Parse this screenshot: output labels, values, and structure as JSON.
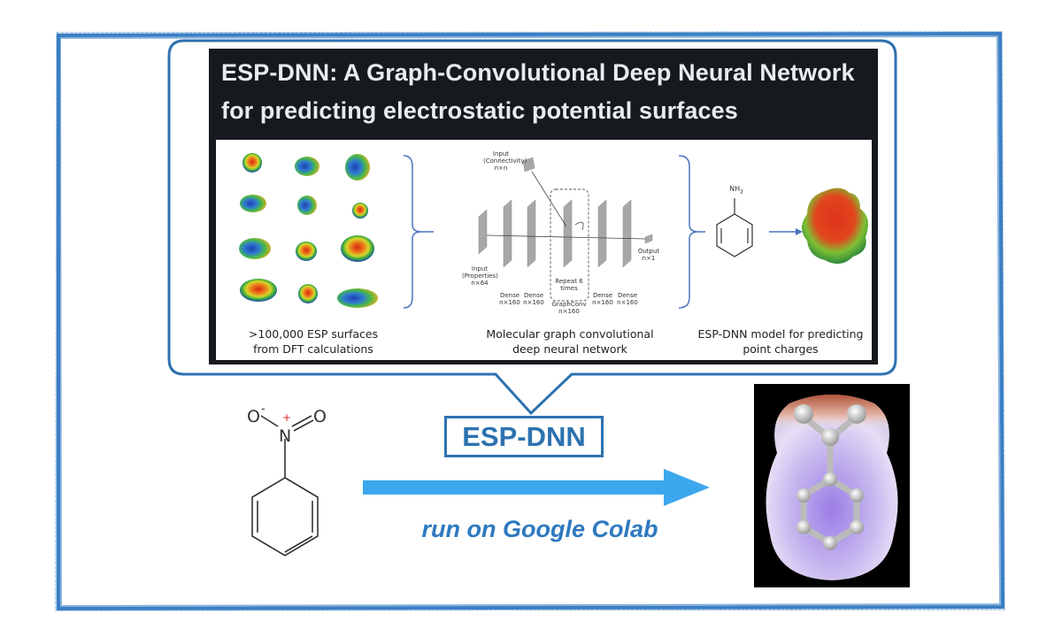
{
  "title": {
    "line1": "ESP-DNN: A Graph-Convolutional Deep Neural Network",
    "line2": "for predicting electrostatic potential surfaces"
  },
  "figure": {
    "left_caption_1": ">100,000 ESP surfaces",
    "left_caption_2": "from DFT calculations",
    "mid_caption_1": "Molecular graph convolutional",
    "mid_caption_2": "deep neural network",
    "right_caption_1": "ESP-DNN model for predicting",
    "right_caption_2": "point charges",
    "network": {
      "input_connectivity": "Input",
      "input_connectivity_2": "(Connectivity)",
      "input_connectivity_3": "n×n",
      "input_properties": "Input",
      "input_properties_2": "(Properties)",
      "input_properties_3": "n×64",
      "dense_1": "Dense",
      "dense_1_dim": "n×160",
      "dense_2": "Dense",
      "dense_2_dim": "n×160",
      "repeat": "Repeat 6",
      "repeat_2": "times",
      "graphconv": "GraphConv",
      "graphconv_dim": "n×160",
      "dense_3": "Dense",
      "dense_3_dim": "n×160",
      "dense_4": "Dense",
      "dense_4_dim": "n×160",
      "output": "Output",
      "output_dim": "n×1"
    },
    "aniline_label": "NH",
    "aniline_sub": "2"
  },
  "nitrobenzene": {
    "o_left": "O",
    "o_left_charge": "-",
    "n": "N",
    "n_charge": "+",
    "o_right": "O"
  },
  "model_label": "ESP-DNN",
  "run_label": "run on Google Colab",
  "colors": {
    "frame_blue": "#3b7fc4",
    "bubble_border": "#2d72b0",
    "arrow_blue": "#3da7ee",
    "run_text": "#2e79c0",
    "title_bg": "#16191d"
  }
}
